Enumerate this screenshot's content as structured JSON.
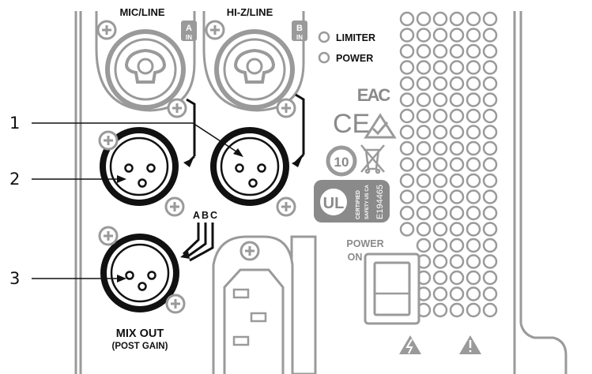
{
  "callouts": [
    "1",
    "2",
    "3"
  ],
  "inputs": {
    "a_label": "MIC/LINE",
    "a_badge": "A",
    "a_badge_sub": "IN",
    "b_label": "HI-Z/LINE",
    "b_badge": "B",
    "b_badge_sub": "IN"
  },
  "indicators": {
    "limiter": "LIMITER",
    "power": "POWER"
  },
  "marks": {
    "eac": "EAC",
    "ce": "CE",
    "ul": "UL",
    "ul_certified": "CERTIFIED",
    "ul_safety": "SAFETY US CA",
    "ul_number": "E194465",
    "recycle_years": "10"
  },
  "power_switch": {
    "label_line1": "POWER",
    "label_line2": "ON"
  },
  "mix_out": {
    "abc_a": "A",
    "abc_b": "B",
    "abc_c": "C",
    "title": "MIX OUT",
    "subtitle": "(POST GAIN)"
  },
  "colors": {
    "outline_dark": "#111111",
    "outline_light": "#9a9a9a",
    "background": "#ffffff"
  }
}
